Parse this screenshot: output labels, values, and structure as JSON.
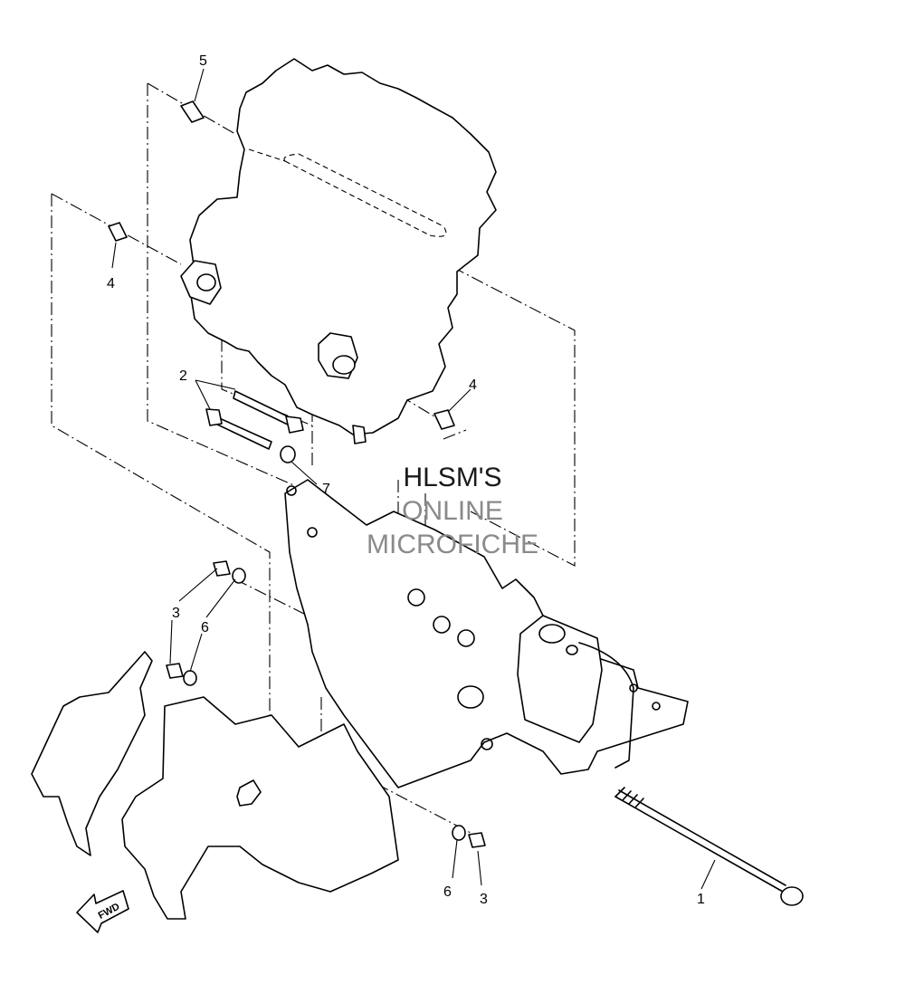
{
  "callouts": {
    "c1": "1",
    "c2": "2",
    "c3a": "3",
    "c3b": "3",
    "c4a": "4",
    "c4b": "4",
    "c5": "5",
    "c6a": "6",
    "c6b": "6",
    "c7": "7"
  },
  "watermark": {
    "line1": "HLSM'S",
    "line2": "ONLINE",
    "line3": "MICROFICHE",
    "color_dark": "#1a1a1a",
    "color_light": "#8a8a8a"
  },
  "direction_marker": "FWD"
}
